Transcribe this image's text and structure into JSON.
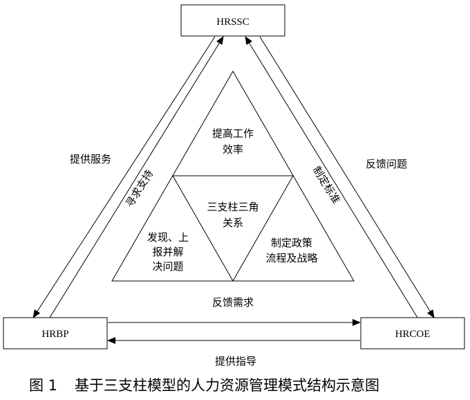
{
  "nodes": {
    "top": "HRSSC",
    "left": "HRBP",
    "right": "HRCOE"
  },
  "outer_labels": {
    "left_outer": "提供服务",
    "left_inner": "寻求支持",
    "right_inner": "制定标准",
    "right_outer": "反馈问题",
    "bottom_upper": "反馈需求",
    "bottom_lower": "提供指导"
  },
  "inner_triangle": {
    "top_line1": "提高工作",
    "top_line2": "效率",
    "center_line1": "三支柱三角",
    "center_line2": "关系",
    "left_line1": "发现、上",
    "left_line2": "报并解",
    "left_line3": "决问题",
    "right_line1": "制定政策",
    "right_line2": "流程及战略"
  },
  "caption": {
    "figure_number": "图 1",
    "title": "基于三支柱模型的人力资源管理模式结构示意图"
  }
}
